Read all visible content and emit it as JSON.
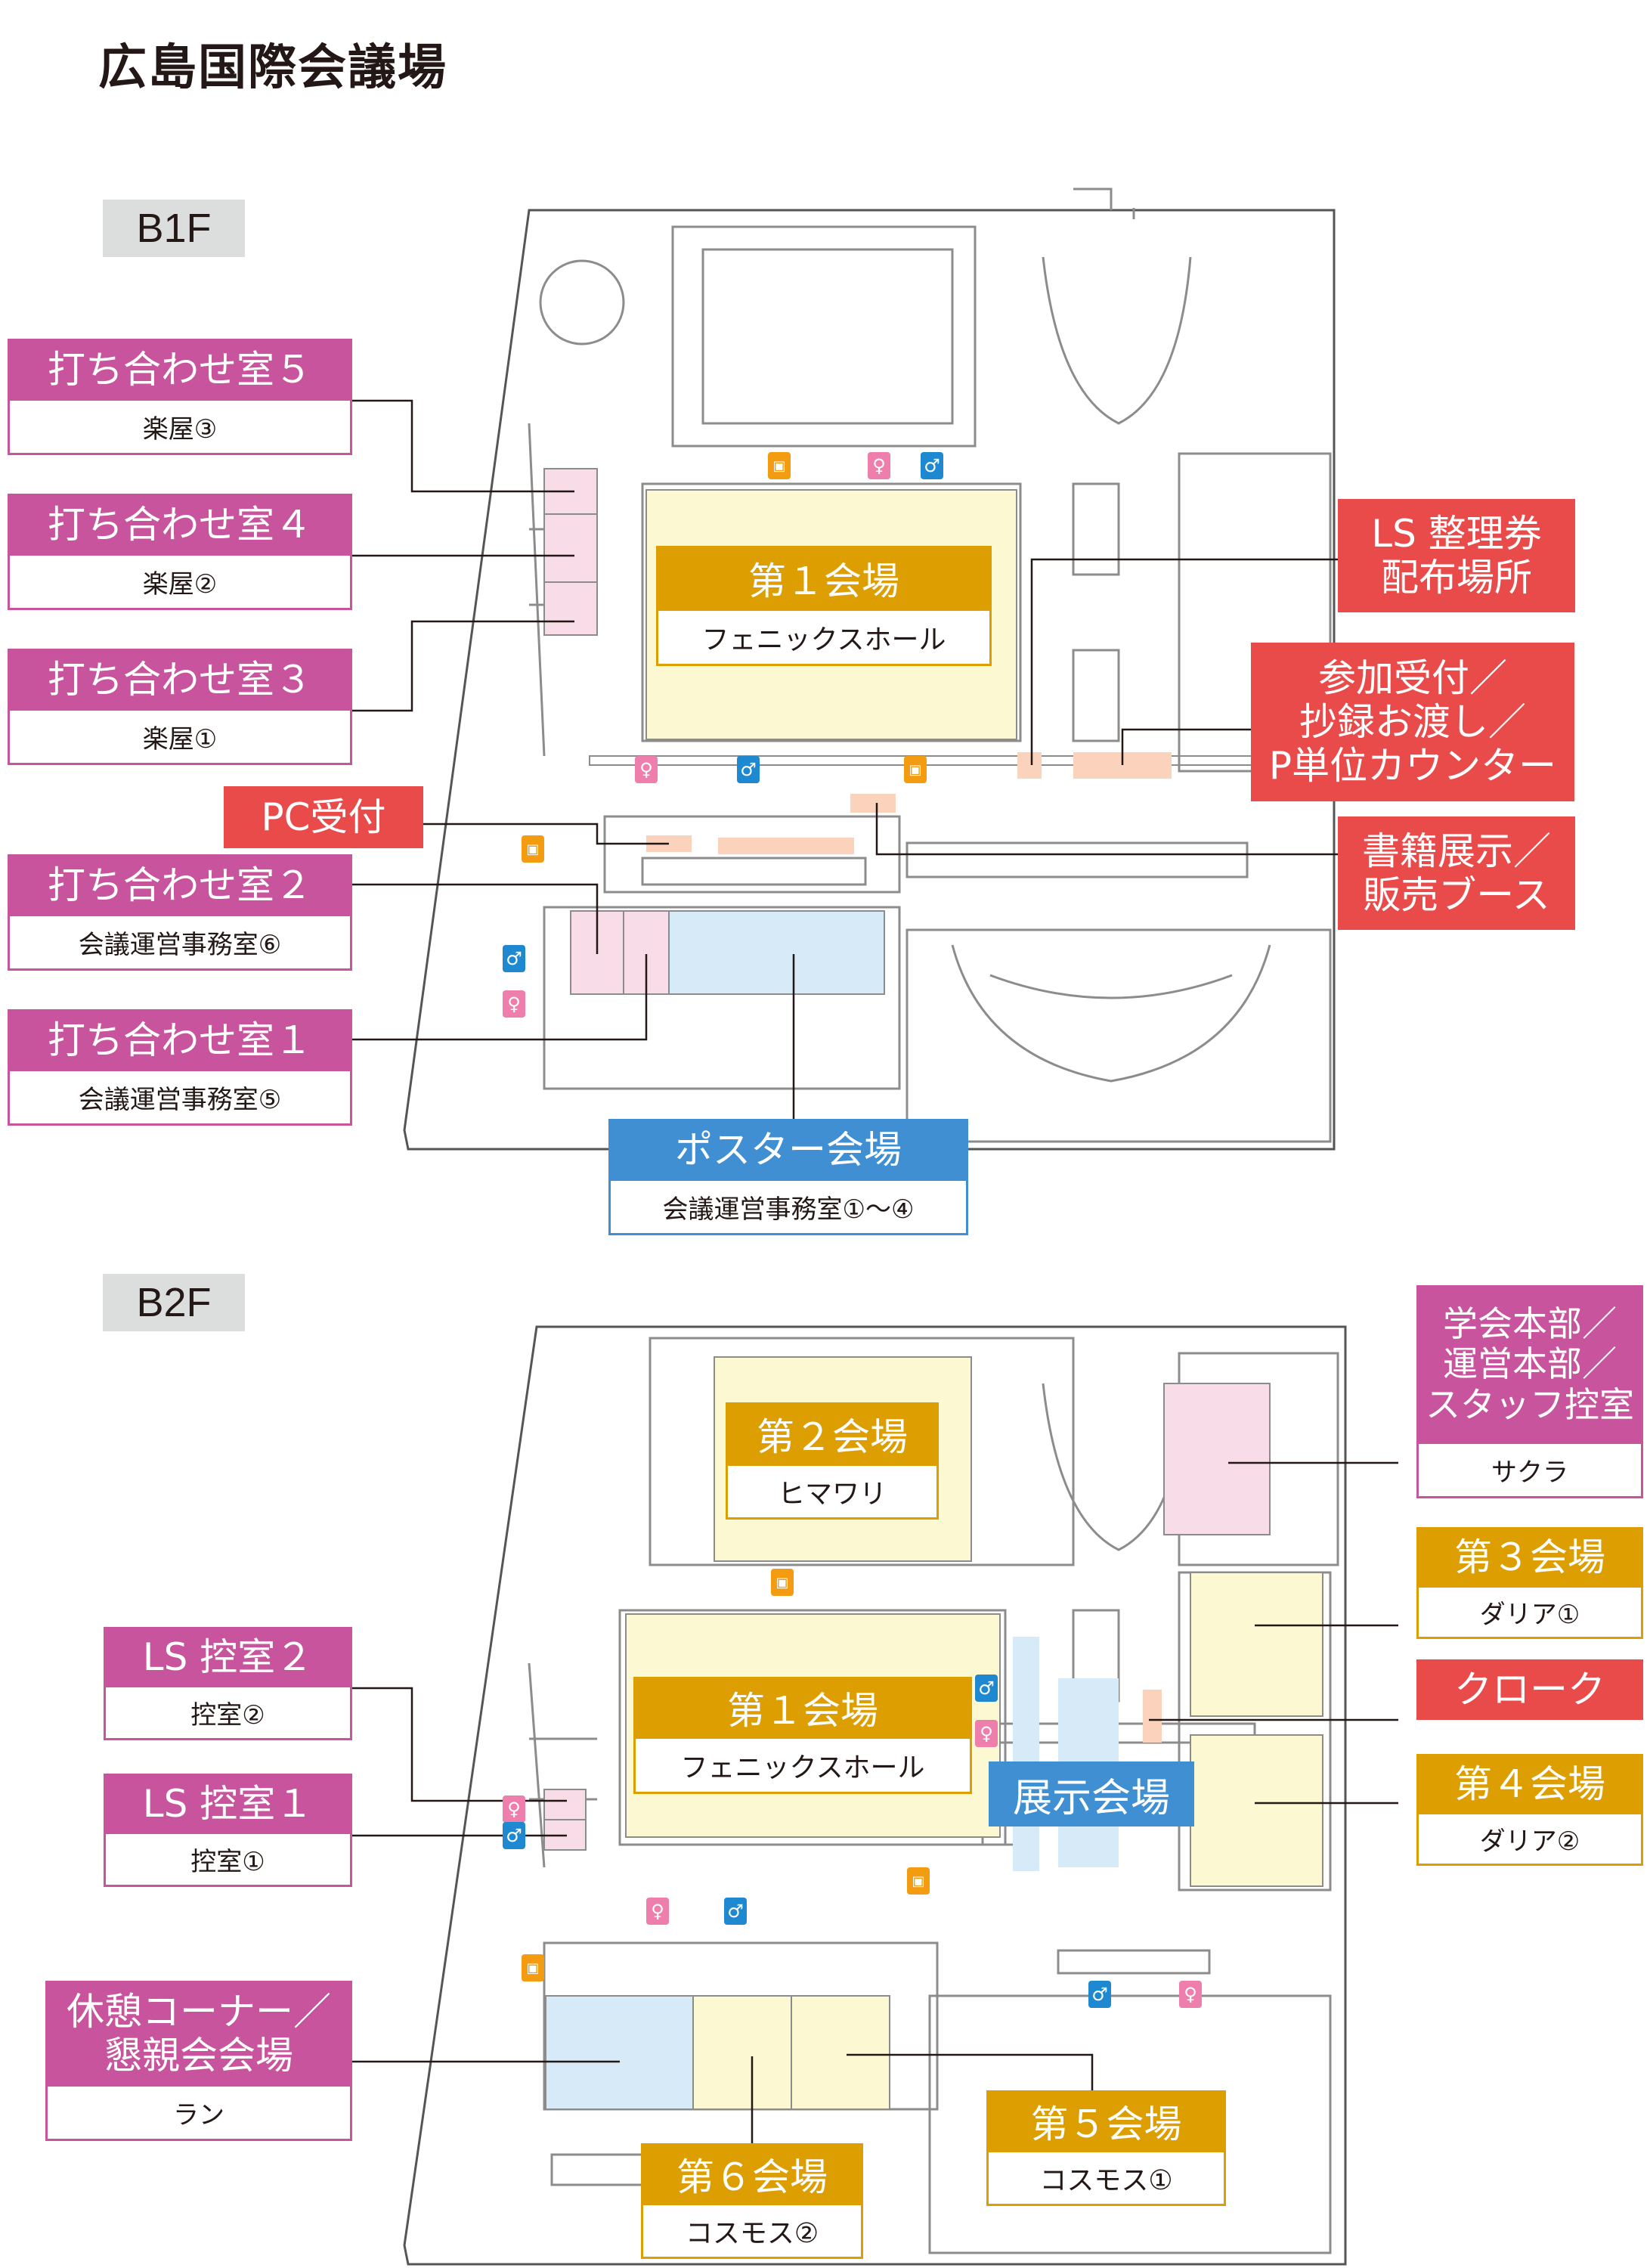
{
  "title": "広島国際会議場",
  "icons": {
    "men": "men-restroom-icon",
    "women": "women-restroom-icon",
    "nursing": "nursing-room-icon"
  },
  "colors": {
    "magenta": "#c7549c",
    "red": "#e94b4b",
    "blue": "#3f8fd2",
    "gold": "#dc9e00",
    "hall_fill": "#fbf8d2",
    "room_pink": "#f8dde8",
    "poster_fill": "#d6eaf7"
  },
  "b1f": {
    "floor": "B1F",
    "labels": {
      "room5": {
        "title": "打ち合わせ室５",
        "sub": "楽屋③"
      },
      "room4": {
        "title": "打ち合わせ室４",
        "sub": "楽屋②"
      },
      "room3": {
        "title": "打ち合わせ室３",
        "sub": "楽屋①"
      },
      "room2": {
        "title": "打ち合わせ室２",
        "sub": "会議運営事務室⑥"
      },
      "room1": {
        "title": "打ち合わせ室１",
        "sub": "会議運営事務室⑤"
      },
      "pc": {
        "title": "PC受付"
      },
      "ls_ticket": {
        "title": "LS 整理券\n配布場所"
      },
      "reception": {
        "title": "参加受付／\n抄録お渡し／\nP単位カウンター"
      },
      "books": {
        "title": "書籍展示／\n販売ブース"
      },
      "poster": {
        "title": "ポスター会場",
        "sub": "会議運営事務室①～④"
      },
      "hall1": {
        "title": "第１会場",
        "sub": "フェニックスホール"
      }
    }
  },
  "b2f": {
    "floor": "B2F",
    "labels": {
      "hq": {
        "title": "学会本部／\n運営本部／\nスタッフ控室",
        "sub": "サクラ"
      },
      "hall3": {
        "title": "第３会場",
        "sub": "ダリア①"
      },
      "cloak": {
        "title": "クローク"
      },
      "hall4": {
        "title": "第４会場",
        "sub": "ダリア②"
      },
      "ls2": {
        "title": "LS 控室２",
        "sub": "控室②"
      },
      "ls1": {
        "title": "LS 控室１",
        "sub": "控室①"
      },
      "rest": {
        "title": "休憩コーナー／\n懇親会会場",
        "sub": "ラン"
      },
      "hall2": {
        "title": "第２会場",
        "sub": "ヒマワリ"
      },
      "hall1": {
        "title": "第１会場",
        "sub": "フェニックスホール"
      },
      "expo": {
        "title": "展示会場"
      },
      "hall5": {
        "title": "第５会場",
        "sub": "コスモス①"
      },
      "hall6": {
        "title": "第６会場",
        "sub": "コスモス②"
      }
    }
  }
}
